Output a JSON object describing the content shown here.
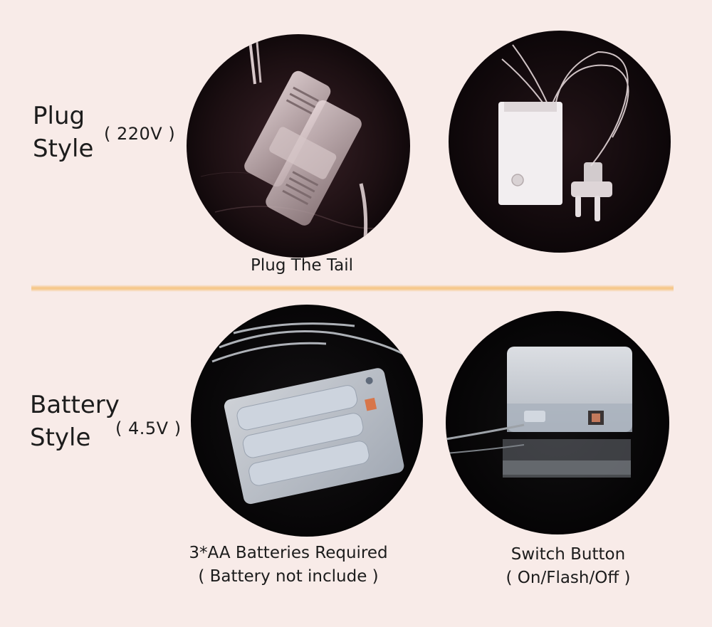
{
  "plug_section": {
    "title_line1": "Plug",
    "title_line2": "Style",
    "voltage": "( 220V )",
    "caption": "Plug The Tail",
    "photo_left": "plug-connector-photo",
    "photo_right": "controller-box-with-plug-photo"
  },
  "battery_section": {
    "title_line1": "Battery",
    "title_line2": "Style",
    "voltage": "( 4.5V )",
    "caption_left_line1": "3*AA Batteries Required",
    "caption_left_line2": "( Battery not include )",
    "caption_right_line1": "Switch Button",
    "caption_right_line2": "( On/Flash/Off )",
    "photo_left": "battery-box-photo",
    "photo_right": "battery-box-switch-photo"
  },
  "colors": {
    "background": "#f8ebe8",
    "divider": "#f6c88c",
    "photo_circle": "#120a0c"
  }
}
